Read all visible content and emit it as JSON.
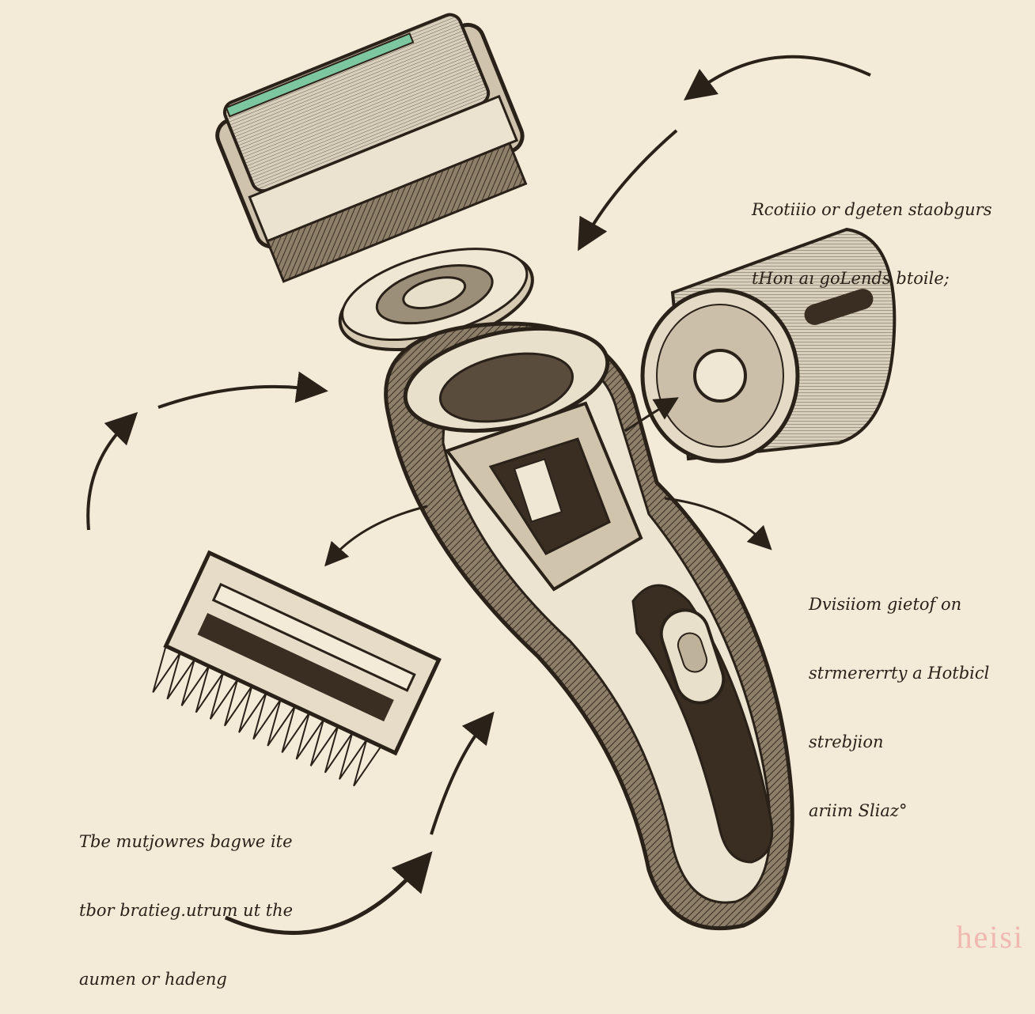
{
  "annotations": {
    "top_right": [
      "Rcotiiio or dgeten staobgurs",
      "tHon aı goLends btoile;"
    ],
    "middle_right": [
      "Dvisiiom gietof on",
      "strmererrty a Hotbicl",
      "strebjion",
      "ariim Sliaz°"
    ],
    "bottom_left": [
      "Tbe mutjowres bagwe ite",
      "tbor bratieg.utrum ut the",
      "aumen or hadeng"
    ]
  },
  "watermark": "heisi",
  "colors": {
    "paper": "#f3ead8",
    "ink": "#2a2119",
    "shade": "#a89a84",
    "accent": "#7cc6a0"
  }
}
